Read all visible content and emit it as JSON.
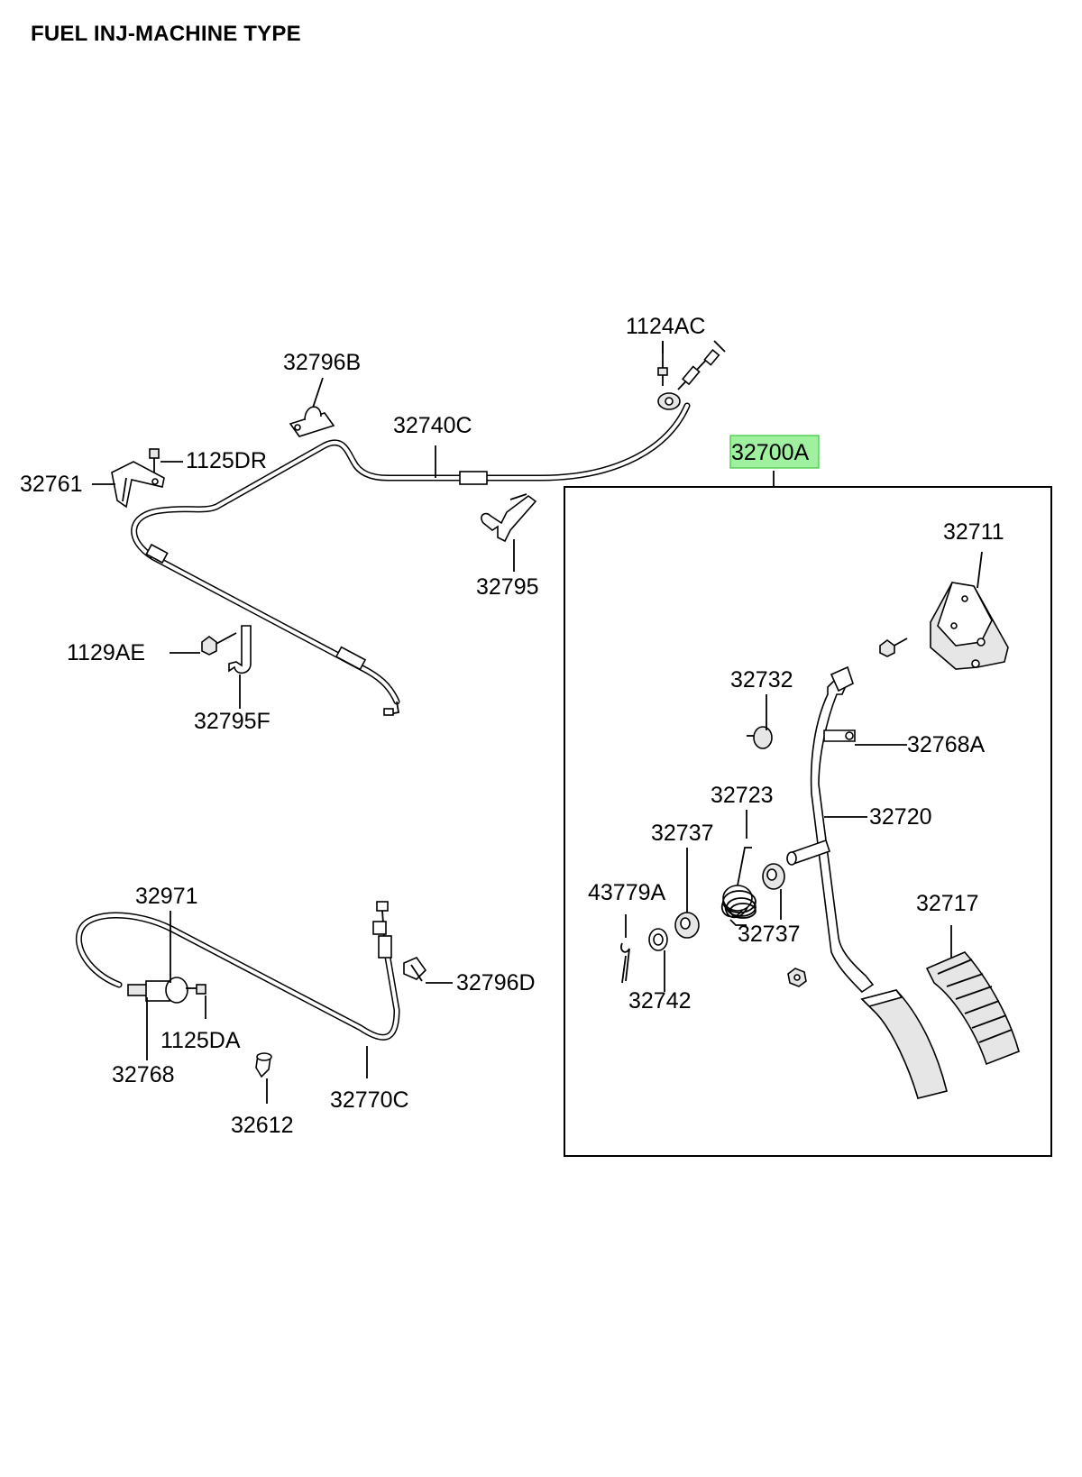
{
  "title": "FUEL INJ-MACHINE TYPE",
  "highlight_color": "#9ff09f",
  "labels": {
    "p1124AC": "1124AC",
    "p32796B": "32796B",
    "p32740C": "32740C",
    "p32700A": "32700A",
    "p1125DR": "1125DR",
    "p32761": "32761",
    "p32795": "32795",
    "p1129AE": "1129AE",
    "p32795F": "32795F",
    "p32711": "32711",
    "p32732": "32732",
    "p32768A": "32768A",
    "p32723": "32723",
    "p32720": "32720",
    "p32737a": "32737",
    "p32737b": "32737",
    "p43779A": "43779A",
    "p32742": "32742",
    "p32717": "32717",
    "p32971": "32971",
    "p32796D": "32796D",
    "p1125DA": "1125DA",
    "p32768": "32768",
    "p32770C": "32770C",
    "p32612": "32612"
  }
}
